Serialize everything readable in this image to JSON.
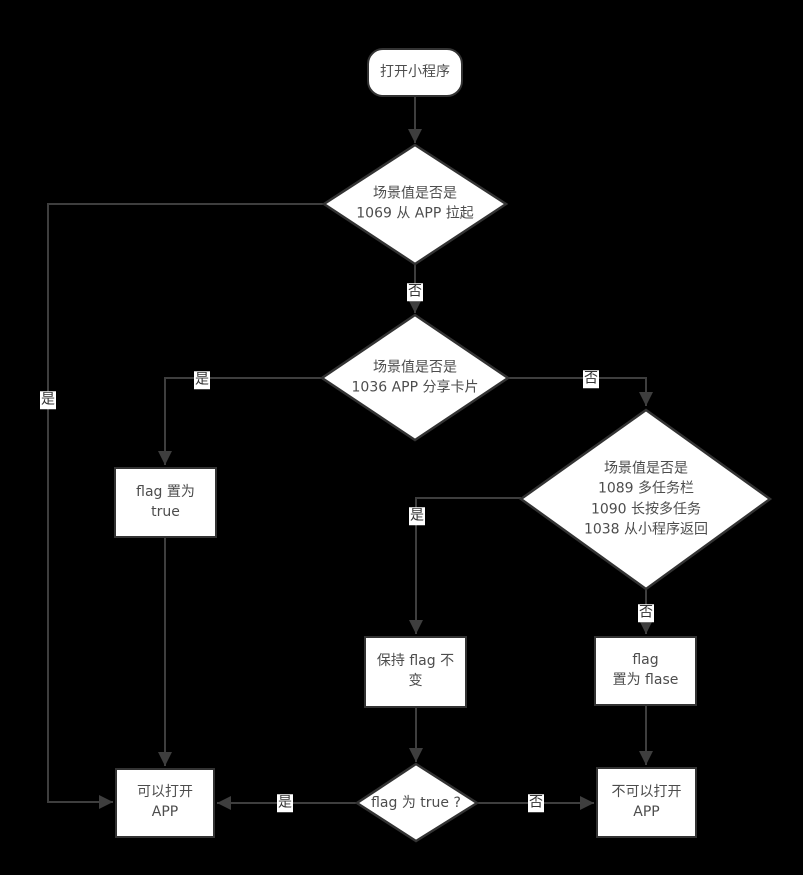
{
  "diagram": {
    "type": "flowchart",
    "colors": {
      "background": "#000000",
      "node_fill": "#ffffff",
      "node_border": "#333333",
      "connector": "#3e3e3e",
      "text": "#4d4d4d"
    },
    "nodes": {
      "start": {
        "label": "打开小程序"
      },
      "decision_scene_1069": {
        "label": "场景值是否是\n1069 从 APP 拉起"
      },
      "decision_scene_1036": {
        "label": "场景值是否是\n1036 APP 分享卡片"
      },
      "decision_scene_multitask": {
        "label": "场景值是否是\n1089 多任务栏\n1090 长按多任务\n1038 从小程序返回"
      },
      "set_flag_true": {
        "label": "flag 置为\ntrue"
      },
      "keep_flag": {
        "label": "保持 flag 不\n变"
      },
      "set_flag_false": {
        "label": "flag\n置为 flase"
      },
      "decision_flag_is_true": {
        "label": "flag 为 true ?"
      },
      "can_open_app": {
        "label": "可以打开\nAPP"
      },
      "cannot_open_app": {
        "label": "不可以打开\nAPP"
      }
    },
    "edge_labels": {
      "scene_1069_yes": "是",
      "scene_1069_no": "否",
      "scene_1036_yes": "是",
      "scene_1036_no": "否",
      "scene_multitask_yes": "是",
      "scene_multitask_no": "否",
      "flag_true_yes": "是",
      "flag_true_no": "否"
    }
  }
}
